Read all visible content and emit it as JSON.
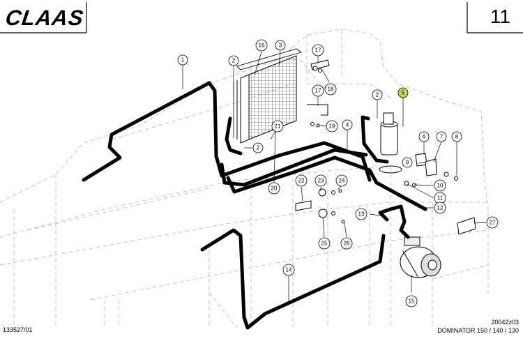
{
  "header": {
    "brand": "CLAAS",
    "page_number": "11"
  },
  "footer": {
    "drawing_number": "133527/01",
    "diagram_code": "20042z03",
    "model": "DOMINATOR 150 / 140 / 130"
  },
  "callouts": {
    "p1": "1",
    "p2a": "2",
    "p2b": "2",
    "p2c": "2",
    "p3": "3",
    "p4": "4",
    "p5": "5",
    "p6": "6",
    "p7": "7",
    "p8": "8",
    "p9": "9",
    "p10": "10",
    "p11": "11",
    "p12": "12",
    "p13": "13",
    "p14": "14",
    "p15": "15",
    "p16": "16",
    "p17a": "17",
    "p17b": "17",
    "p18": "18",
    "p19": "19",
    "p20": "20",
    "p21": "21",
    "p22": "22",
    "p23": "23",
    "p24": "24",
    "p25": "25",
    "p26": "26",
    "p27": "27"
  },
  "highlight_color": "#c8d84a"
}
